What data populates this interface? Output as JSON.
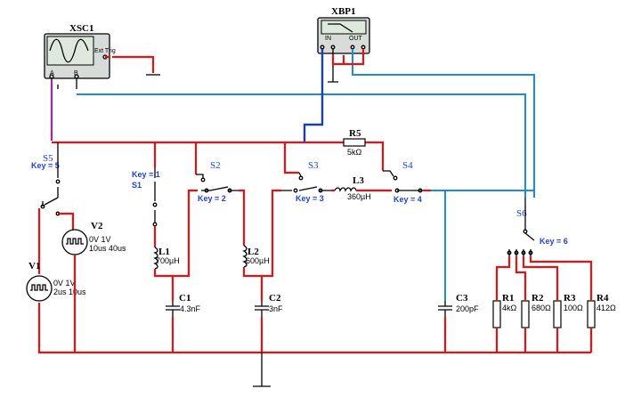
{
  "instruments": {
    "scope": {
      "ref": "XSC1",
      "trigger_label": "Ext Trig",
      "pin_a": "A",
      "pin_b": "B"
    },
    "bode": {
      "ref": "XBP1",
      "in_label": "IN",
      "out_label": "OUT"
    }
  },
  "sources": {
    "v1": {
      "ref": "V1",
      "line1": "0V 1V",
      "line2": "2us 10us"
    },
    "v2": {
      "ref": "V2",
      "line1": "0V 1V",
      "line2": "10us 40us"
    }
  },
  "switches": {
    "s5": {
      "ref": "S5",
      "key": "Key = 5"
    },
    "s1": {
      "ref": "S1",
      "key": "Key = 1"
    },
    "s2": {
      "ref": "S2",
      "key": "Key = 2"
    },
    "s3": {
      "ref": "S3",
      "key": "Key = 3"
    },
    "s4": {
      "ref": "S4",
      "key": "Key = 4"
    },
    "s6": {
      "ref": "S6",
      "key": "Key = 6"
    }
  },
  "inductors": {
    "l1": {
      "ref": "L1",
      "value": "700µH"
    },
    "l2": {
      "ref": "L2",
      "value": "600µH"
    },
    "l3": {
      "ref": "L3",
      "value": "360µH"
    }
  },
  "capacitors": {
    "c1": {
      "ref": "C1",
      "value": "4.3nF"
    },
    "c2": {
      "ref": "C2",
      "value": "3nF"
    },
    "c3": {
      "ref": "C3",
      "value": "200pF"
    }
  },
  "resistors": {
    "r5": {
      "ref": "R5",
      "value": "5kΩ"
    },
    "r1": {
      "ref": "R1",
      "value": "4kΩ"
    },
    "r2": {
      "ref": "R2",
      "value": "680Ω"
    },
    "r3": {
      "ref": "R3",
      "value": "100Ω"
    },
    "r4": {
      "ref": "R4",
      "value": "412Ω"
    }
  },
  "colors": {
    "wire": "#e01414",
    "scope_wire": "#1e88e5",
    "bode_wire": "#1a3fb0",
    "switch_label": "#1f3fd6"
  }
}
